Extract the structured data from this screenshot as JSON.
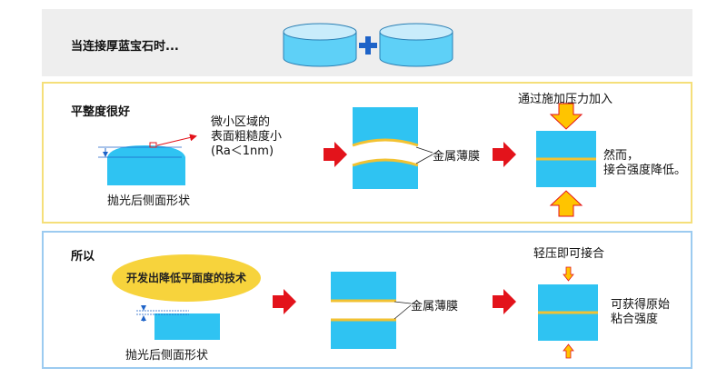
{
  "top": {
    "title": "当连接厚蓝宝石时..."
  },
  "mid": {
    "heading": "平整度很好",
    "roughness_label_line1": "微小区域的",
    "roughness_label_line2": "表面粗糙度小",
    "roughness_label_line3": "(Ra＜1nm)",
    "profile_caption": "抛光后侧面形状",
    "film_label": "金属薄膜",
    "pressure_label": "通过施加压力加入",
    "result_line1": "然而，",
    "result_line2": "接合强度降低。"
  },
  "bot": {
    "heading": "所以",
    "tech_badge": "开发出降低平面度的技术",
    "profile_caption": "抛光后侧面形状",
    "film_label": "金属薄膜",
    "pressure_label": "轻压即可接合",
    "result_line1": "可获得原始",
    "result_line2": "粘合强度"
  },
  "colors": {
    "sapphire": "#2fc3f2",
    "sapphire_top": "#c9ecfb",
    "film": "#f2c232",
    "arrow_red": "#e3131b",
    "arrow_yellow": "#ffc400",
    "plus_blue": "#1e63c8",
    "badge_yellow": "#f7d33c"
  }
}
